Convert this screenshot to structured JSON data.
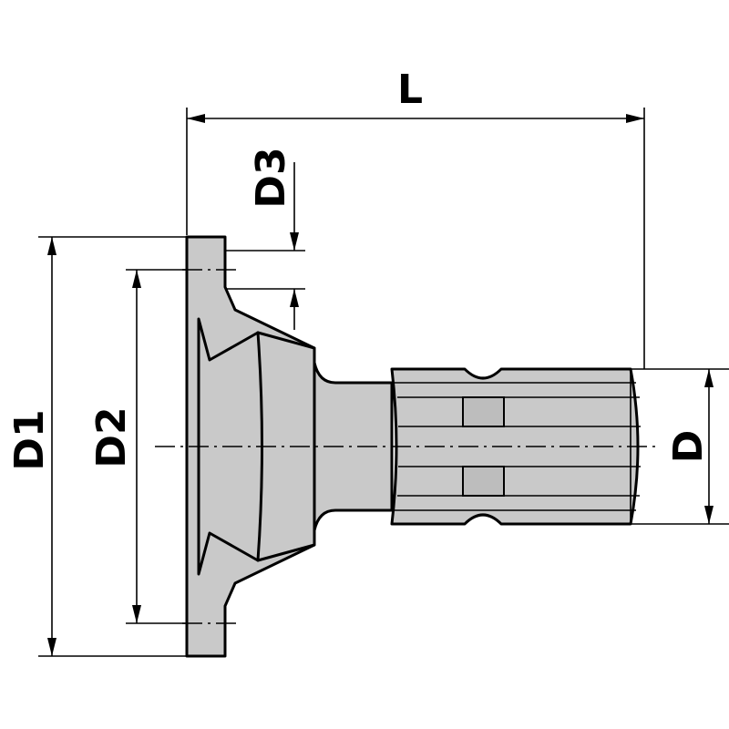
{
  "labels": {
    "length": "L",
    "flange_diameter": "D1",
    "bolt_circle_diameter": "D2",
    "hole_diameter": "D3",
    "shaft_diameter": "D"
  }
}
